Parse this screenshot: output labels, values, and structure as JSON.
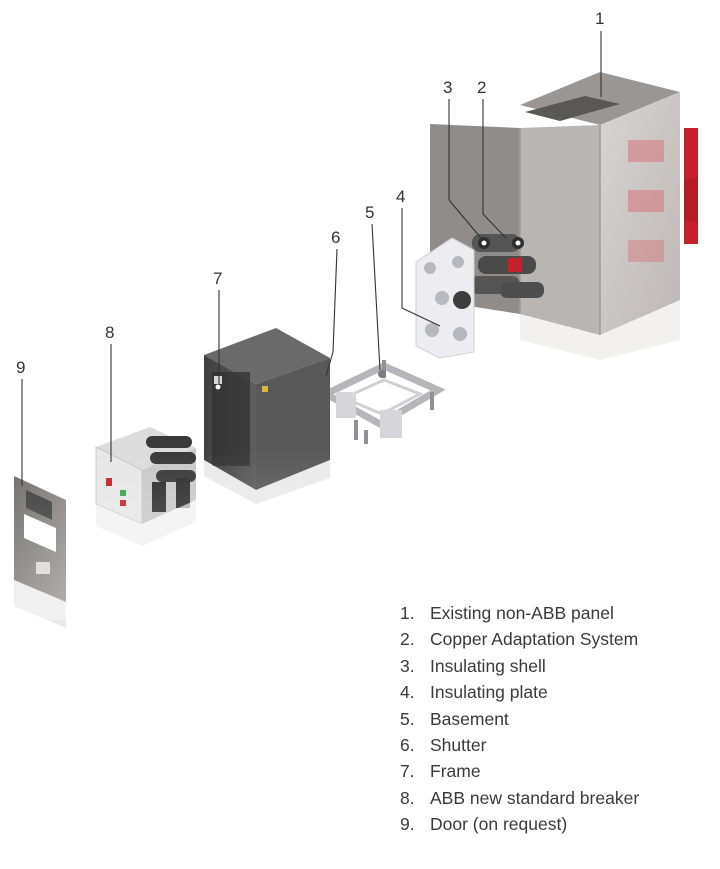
{
  "callouts": [
    {
      "id": "1",
      "label": "1"
    },
    {
      "id": "2",
      "label": "2"
    },
    {
      "id": "3",
      "label": "3"
    },
    {
      "id": "4",
      "label": "4"
    },
    {
      "id": "5",
      "label": "5"
    },
    {
      "id": "6",
      "label": "6"
    },
    {
      "id": "7",
      "label": "7"
    },
    {
      "id": "8",
      "label": "8"
    },
    {
      "id": "9",
      "label": "9"
    }
  ],
  "legend": [
    {
      "number": "1.",
      "text": "Existing non-ABB panel"
    },
    {
      "number": "2.",
      "text": "Copper Adaptation System"
    },
    {
      "number": "3.",
      "text": "Insulating shell"
    },
    {
      "number": "4.",
      "text": "Insulating plate"
    },
    {
      "number": "5.",
      "text": "Basement"
    },
    {
      "number": "6.",
      "text": "Shutter"
    },
    {
      "number": "7.",
      "text": "Frame"
    },
    {
      "number": "8.",
      "text": "ABB new standard breaker"
    },
    {
      "number": "9.",
      "text": "Door (on request)"
    }
  ],
  "colors": {
    "panel_body": "#c9c5c2",
    "panel_dark": "#7d7a78",
    "copper_bars": "#c8202a",
    "frame_dark": "#4c4c4c",
    "breaker_poles": "#3a3a3a",
    "insulating_plate": "#e9e9ee",
    "basement_frame": "#c2c2c6",
    "leader_line": "#333333"
  }
}
